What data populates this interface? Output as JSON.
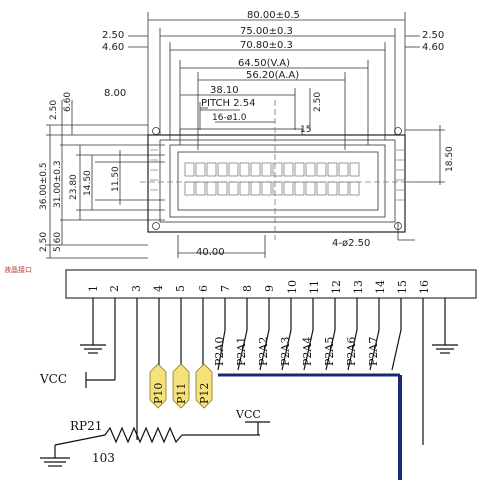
{
  "mechanical": {
    "overall_width": "80.00±0.5",
    "pcb_width": "75.00±0.3",
    "bezel_width": "70.80±0.3",
    "va_width": "64.50(V.A)",
    "aa_width": "56.20(A.A)",
    "pin_span": "38.10",
    "pitch": "PITCH 2.54",
    "pin_spec": "16-ø1.0",
    "offset_8": "8.00",
    "left_2_50": "2.50",
    "left_4_60": "4.60",
    "right_2_50": "2.50",
    "right_4_60": "4.60",
    "top_2_50": "2.50",
    "top_6_60": "6.60",
    "pin_offset_2_50": "2.50",
    "pin_15": "15",
    "height_36": "36.00±0.5",
    "height_31": "31.00±0.3",
    "height_23_80": "23.80",
    "height_14_50": "14.50",
    "height_11_50": "11.50",
    "right_18_50": "18.50",
    "bottom_2_50": "2.50",
    "bottom_5_60": "5.60",
    "bottom_40": "40.00",
    "holes": "4-ø2.50"
  },
  "schematic": {
    "header_text": "液晶接口",
    "pin_numbers": [
      "1",
      "2",
      "3",
      "4",
      "5",
      "6",
      "7",
      "8",
      "9",
      "10",
      "11",
      "12",
      "13",
      "14",
      "15",
      "16"
    ],
    "signals": [
      "P2A0",
      "P2A1",
      "P2A2",
      "P2A3",
      "P2A4",
      "P2A5",
      "P2A6",
      "P2A7"
    ],
    "ctrl_pins": [
      "P10",
      "P11",
      "P12"
    ],
    "vcc_left": "VCC",
    "vcc_mid": "VCC",
    "resistor_name": "RP21",
    "resistor_value": "103"
  }
}
